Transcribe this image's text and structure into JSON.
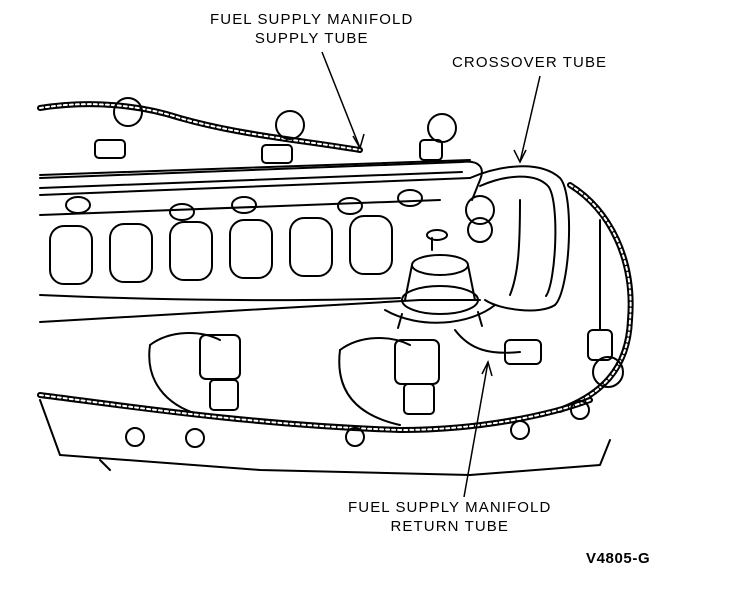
{
  "labels": {
    "supply_tube": [
      "FUEL SUPPLY MANIFOLD",
      "SUPPLY TUBE"
    ],
    "crossover": "CROSSOVER TUBE",
    "return_tube": [
      "FUEL SUPPLY MANIFOLD",
      "RETURN TUBE"
    ]
  },
  "figure_id": "V4805-G"
}
